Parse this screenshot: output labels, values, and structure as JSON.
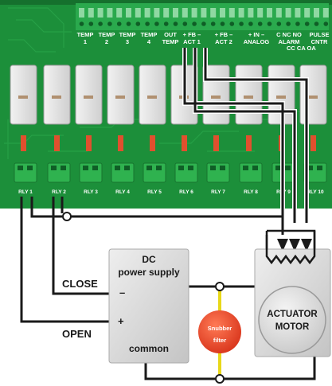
{
  "board": {
    "color": "#1c8f3a",
    "header_labels": [
      {
        "line1": "TEMP",
        "line2": "1"
      },
      {
        "line1": "TEMP",
        "line2": "2"
      },
      {
        "line1": "TEMP",
        "line2": "3"
      },
      {
        "line1": "TEMP",
        "line2": "4"
      },
      {
        "line1": "OUT",
        "line2": "TEMP"
      },
      {
        "line1": "+ FB –",
        "line2": "ACT 1"
      },
      {
        "line1": "+ FB –",
        "line2": "ACT 2"
      },
      {
        "line1": "+ IN –",
        "line2": "ANALOG"
      },
      {
        "line1": "C NC NO",
        "line2": "ALARM"
      },
      {
        "line1": "PULSE",
        "line2": "CNTR"
      }
    ],
    "alarm_sub": "CC CA OA",
    "relay_labels": [
      "RLY 1",
      "RLY 2",
      "RLY 3",
      "RLY 4",
      "RLY 5",
      "RLY 6",
      "RLY 7",
      "RLY 8",
      "RLY 9",
      "RLY 10"
    ]
  },
  "diagram": {
    "close_label": "CLOSE",
    "open_label": "OPEN",
    "psu": {
      "line1": "DC",
      "line2": "power supply",
      "minus": "–",
      "plus": "+",
      "common": "common"
    },
    "snubber": {
      "line1": "Snubber",
      "line2": "filter",
      "color": "#e8462a"
    },
    "motor": {
      "line1": "ACTUATOR",
      "line2": "MOTOR"
    }
  }
}
